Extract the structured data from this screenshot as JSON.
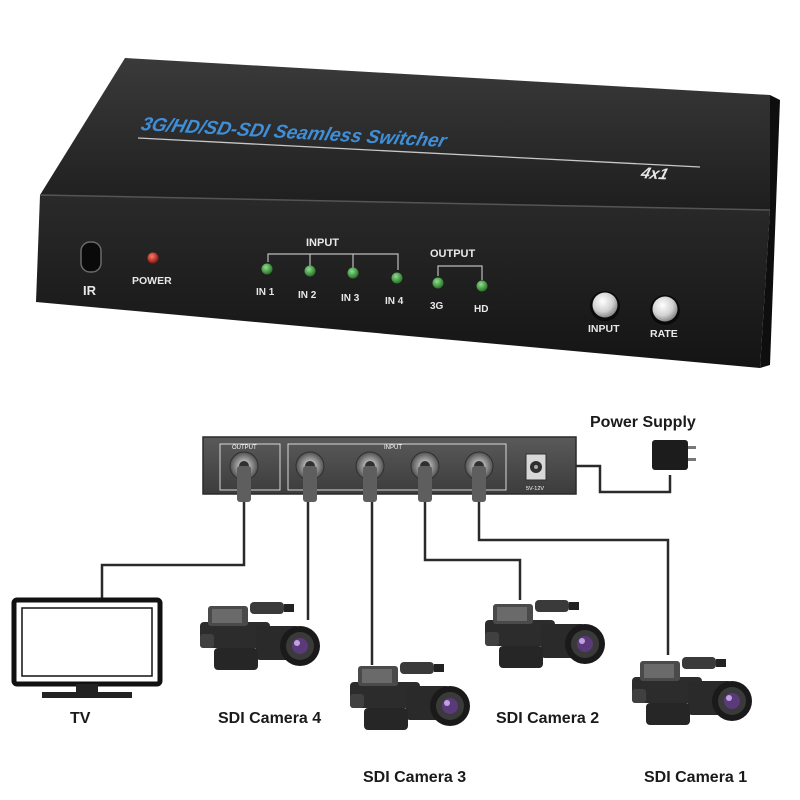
{
  "device": {
    "title": "3G/HD/SD-SDI Seamless Switcher",
    "model": "4x1",
    "ir_label": "IR",
    "power_label": "POWER",
    "input_group_label": "INPUT",
    "output_group_label": "OUTPUT",
    "input_leds": [
      "IN 1",
      "IN 2",
      "IN 3",
      "IN 4"
    ],
    "output_leds": [
      "3G",
      "HD"
    ],
    "buttons": [
      "INPUT",
      "RATE"
    ],
    "colors": {
      "body": "#1c1c1c",
      "title": "#3f8fd8",
      "led_green": "#2f9a2f",
      "led_red": "#c0201c"
    }
  },
  "diagram": {
    "panel_output_label": "OUTPUT",
    "panel_input_label": "INPUT",
    "panel_power_label": "5V-12V",
    "power_supply_label": "Power Supply",
    "tv_label": "TV",
    "cameras": [
      "SDI Camera 4",
      "SDI Camera 3",
      "SDI Camera 2",
      "SDI Camera 1"
    ]
  }
}
